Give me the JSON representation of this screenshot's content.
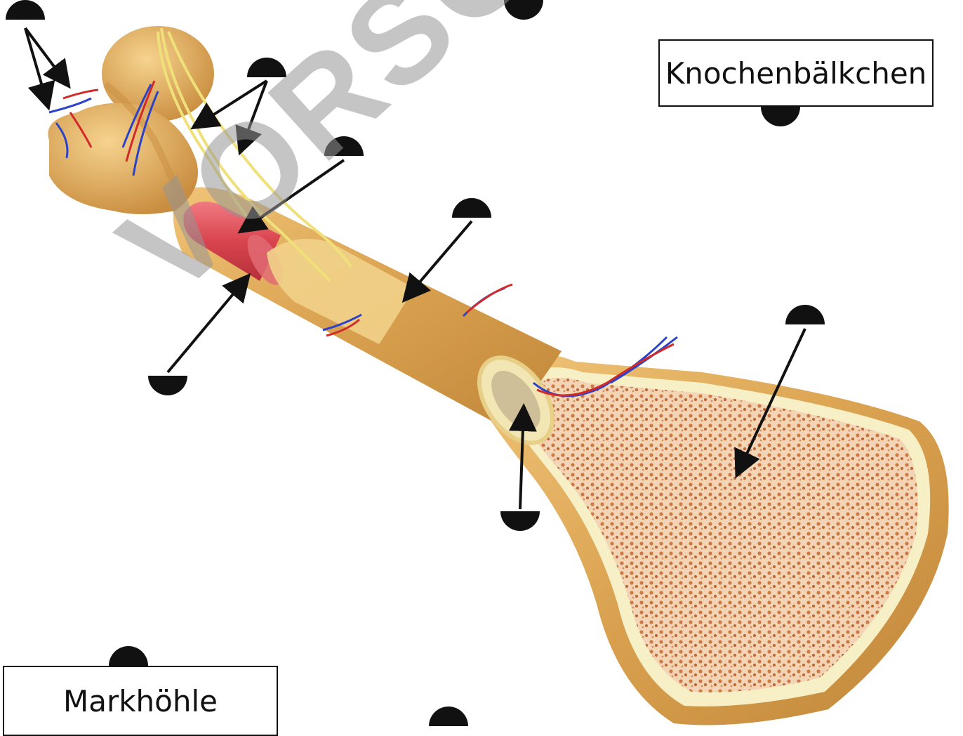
{
  "labels": {
    "top_right": "Knochenbälkchen",
    "bottom_left": "Markhöhle"
  },
  "watermark": "VORSCHAU",
  "colors": {
    "bone_outer": "#d9a14f",
    "bone_highlight": "#f3cf86",
    "marrow_red": "#d9444e",
    "spongy_bone": "#e9b48c",
    "nerve_yellow": "#efe07a",
    "artery_red": "#d22a2a",
    "vein_blue": "#2a43c8",
    "marker_black": "#111111"
  }
}
